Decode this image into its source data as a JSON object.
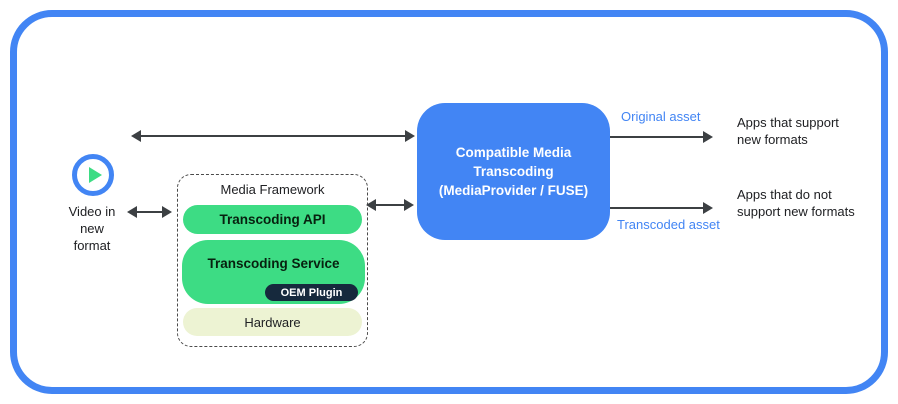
{
  "frame": {
    "border_color": "#4285f4"
  },
  "source": {
    "icon": "play-icon",
    "label": "Video in\nnew\nformat"
  },
  "media_framework": {
    "title": "Media Framework",
    "api_label": "Transcoding API",
    "service_label": "Transcoding Service",
    "oem_label": "OEM Plugin",
    "hardware_label": "Hardware"
  },
  "central": {
    "label": "Compatible Media\nTranscoding\n(MediaProvider / FUSE)"
  },
  "outputs": {
    "original": {
      "arrow_label": "Original asset",
      "target": "Apps that support\nnew formats"
    },
    "transcoded": {
      "arrow_label": "Transcoded asset",
      "target": "Apps that do not\nsupport new formats"
    }
  },
  "colors": {
    "accent_blue": "#4285f4",
    "green": "#3ddc84",
    "hardware_bg": "#edf3d3",
    "oem_navy": "#16293d",
    "arrow": "#3c4043",
    "asset_label_blue": "#4285f4"
  }
}
